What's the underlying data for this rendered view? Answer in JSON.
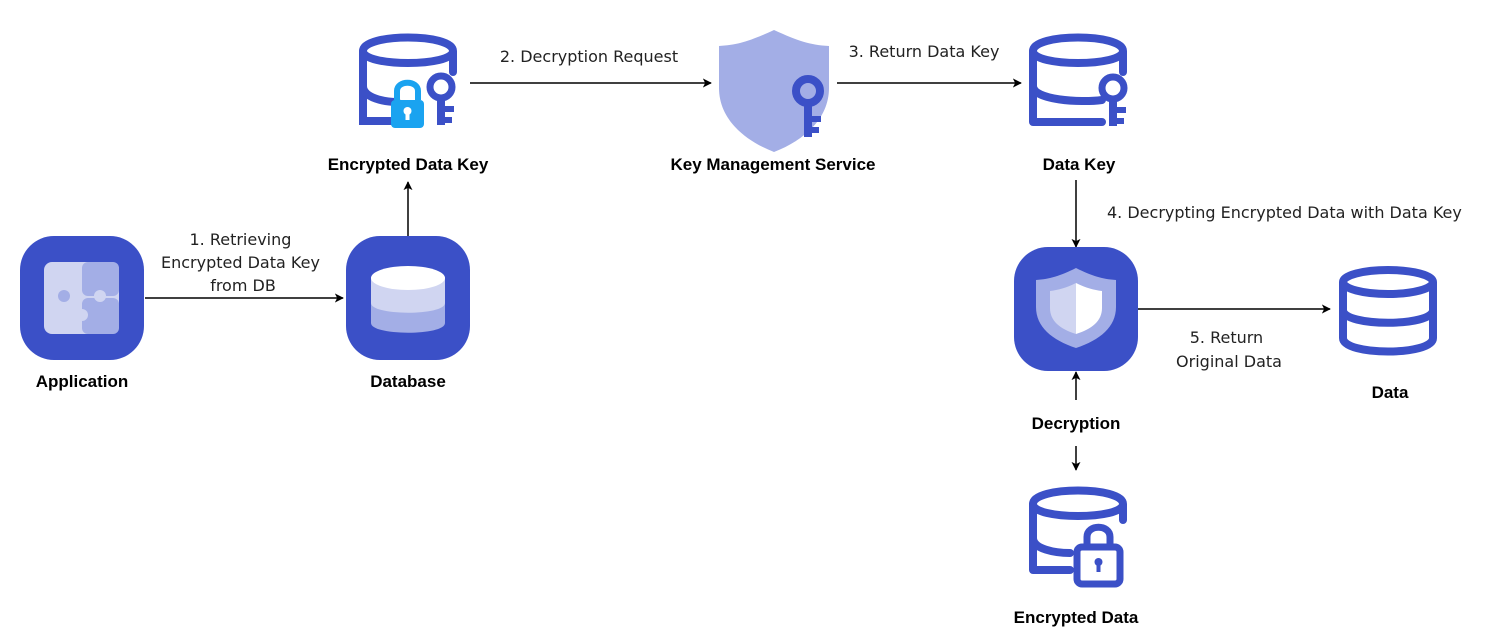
{
  "colors": {
    "primary": "#3b50c7",
    "light": "#a3aee6",
    "pale": "#d0d5f1",
    "white": "#ffffff",
    "lock": "#1aa3f0",
    "line": "#000000"
  },
  "nodes": {
    "application": {
      "label": "Application",
      "icon": "puzzle-icon"
    },
    "database": {
      "label": "Database",
      "icon": "database-icon"
    },
    "encrypted_data_key": {
      "label": "Encrypted Data Key",
      "icon": "database-lock-key-icon"
    },
    "kms": {
      "label": "Key Management Service",
      "icon": "shield-key-icon"
    },
    "data_key": {
      "label": "Data Key",
      "icon": "database-key-icon"
    },
    "decryption": {
      "label": "Decryption",
      "icon": "shield-icon"
    },
    "data": {
      "label": "Data",
      "icon": "database-icon"
    },
    "encrypted_data": {
      "label": "Encrypted Data",
      "icon": "database-lock-icon"
    }
  },
  "edges": {
    "retrieve": {
      "lines": [
        "1. Retrieving",
        "Encrypted Data Key",
        "from DB"
      ]
    },
    "request": {
      "lines": [
        "2. Decryption Request"
      ]
    },
    "return_key": {
      "lines": [
        "3. Return Data Key"
      ]
    },
    "decrypting": {
      "lines": [
        "4. Decrypting Encrypted Data with Data Key"
      ]
    },
    "return_data": {
      "lines": [
        "5. Return",
        "Original Data"
      ]
    }
  }
}
